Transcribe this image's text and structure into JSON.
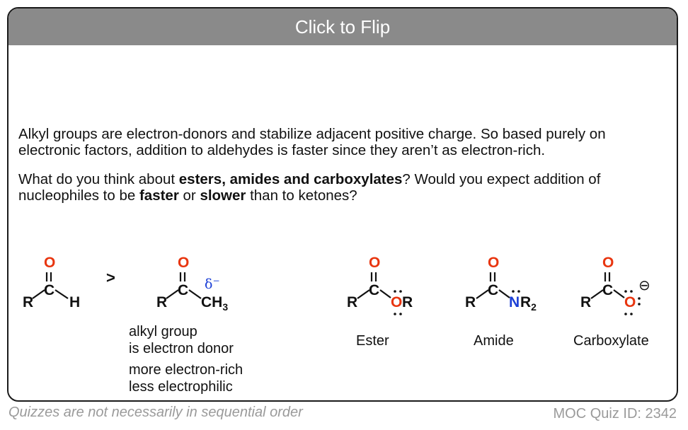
{
  "flip_button": {
    "label": "Click to Flip"
  },
  "text": {
    "paragraph1": "Alkyl groups are electron-donors and stabilize adjacent positive charge. So based purely on electronic factors, addition to aldehydes is faster since they aren’t as electron-rich.",
    "paragraph2": [
      {
        "t": "What do you think about ",
        "b": false
      },
      {
        "t": "esters, amides and carboxylates",
        "b": true
      },
      {
        "t": "? Would you expect addition of nucleophiles to be ",
        "b": false
      },
      {
        "t": "faster",
        "b": true
      },
      {
        "t": " or ",
        "b": false
      },
      {
        "t": "slower",
        "b": true
      },
      {
        "t": " than to ketones?",
        "b": false
      }
    ]
  },
  "structures": {
    "greater_than": ">",
    "delta_label": "δ",
    "delta_sign": "−",
    "atom_R": "R",
    "atom_C": "C",
    "atom_H": "H",
    "atom_O": "O",
    "atom_N": "N",
    "sub_3": "3",
    "sub_2": "2",
    "charge_minus": "⊖",
    "ketone_caption_lines": [
      "alkyl group",
      "is electron donor",
      "more electron-rich",
      "less electrophilic"
    ],
    "labels": {
      "ester": "Ester",
      "amide": "Amide",
      "carboxylate": "Carboxylate"
    }
  },
  "footer": {
    "left": "Quizzes are not necessarily in sequential order",
    "right": "MOC Quiz ID: 2342"
  }
}
